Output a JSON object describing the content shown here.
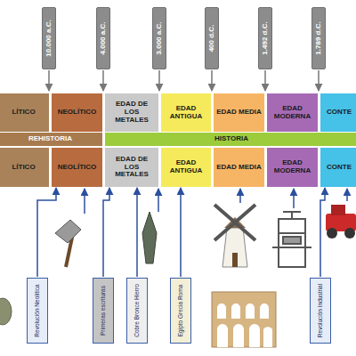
{
  "diagram": {
    "nodes": [
      {
        "text": [
          "10.000 a.C."
        ]
      },
      {
        "text": [
          "4.000 a.C."
        ]
      },
      {
        "text": [
          "3.000 a.C."
        ]
      },
      {
        "text": [
          "400 d.C."
        ]
      },
      {
        "text": [
          "1.492 d.C."
        ]
      },
      {
        "text": [
          "1.789 d.C."
        ]
      },
      {
        "text": [
          "LÍTICO"
        ]
      },
      {
        "text": [
          "NEOLÍTICO"
        ]
      },
      {
        "text": [
          "EDAD DE LOS METALES"
        ]
      },
      {
        "text": [
          "EDAD ANTIGUA"
        ]
      },
      {
        "text": [
          "EDAD MEDIA"
        ]
      },
      {
        "text": [
          "EDAD MODERNA"
        ]
      },
      {
        "text": [
          "CONTE"
        ]
      },
      {
        "text": [
          "REHISTORIA"
        ]
      },
      {
        "text": [
          "HISTORIA"
        ]
      },
      {
        "text": [
          "LÍTICO"
        ]
      },
      {
        "text": [
          "NEOLÍTICO"
        ]
      },
      {
        "text": [
          "EDAD DE LOS METALES"
        ]
      },
      {
        "text": [
          "EDAD ANTIGUA"
        ]
      },
      {
        "text": [
          "EDAD MEDIA"
        ]
      },
      {
        "text": [
          "EDAD MODERNA"
        ]
      },
      {
        "text": [
          "CONTE"
        ]
      },
      {
        "text": [
          "Revolución Neolítica"
        ]
      },
      {
        "text": [
          "Primeras escrituras"
        ]
      },
      {
        "text": [
          "Cobre Bronce Hierro"
        ]
      },
      {
        "text": [
          "Egipto Grecia Roma"
        ]
      },
      {
        "text": [
          "Revolución Industrial"
        ]
      }
    ],
    "edges": [
      {
        "from": 22,
        "to": 16,
        "arrow": "to"
      },
      {
        "from": 23,
        "to": 17,
        "arrow": "to"
      },
      {
        "from": 24,
        "to": 17,
        "arrow": "to"
      },
      {
        "from": 25,
        "to": 18,
        "arrow": "to"
      },
      {
        "from": 26,
        "to": 21,
        "arrow": "to"
      }
    ]
  }
}
